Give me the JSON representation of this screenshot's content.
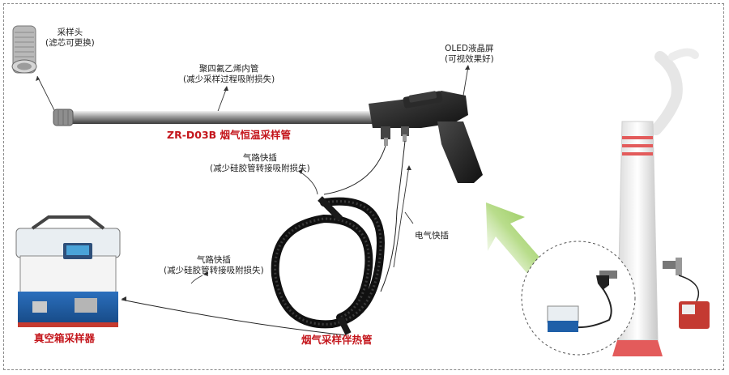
{
  "labels": {
    "probe_head": {
      "line1": "采样头",
      "line2": "(滤芯可更换)"
    },
    "ptfe_tube": {
      "line1": "聚四氟乙烯内管",
      "line2": "(减少采样过程吸附损失)"
    },
    "oled_screen": {
      "line1": "OLED液晶屏",
      "line2": "(可视效果好)"
    },
    "product_name": "ZR-D03B 烟气恒温采样管",
    "gas_connector_top": {
      "line1": "气路快插",
      "line2": "(减少硅胶管转接吸附损失)"
    },
    "electric_connector": "电气快插",
    "gas_connector_bottom": {
      "line1": "气路快插",
      "line2": "(减少硅胶管转接吸附损失)"
    },
    "vacuum_box_sampler": "真空箱采样器",
    "heated_hose": "烟气采样伴热管"
  },
  "colors": {
    "accent_red": "#c4161c",
    "arrow_green": "#8cc63f",
    "chimney_red": "#e35b5b",
    "sampler_blue": "#1f5fa8"
  }
}
